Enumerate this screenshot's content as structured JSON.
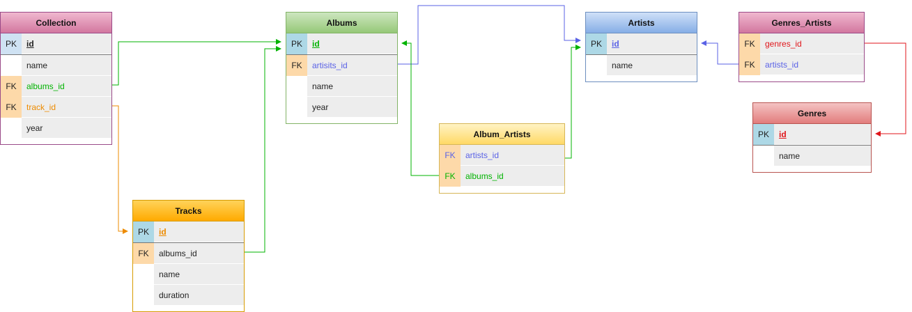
{
  "colors": {
    "collection": {
      "header_top": "#f0b8cf",
      "header_bottom": "#d2779f",
      "border": "#9a4a88"
    },
    "albums": {
      "header_top": "#cde6bf",
      "header_bottom": "#96c878",
      "border": "#7fae62"
    },
    "artists": {
      "header_top": "#cfe0f8",
      "header_bottom": "#86aee6",
      "border": "#6c8ebf"
    },
    "genres_artists": {
      "header_top": "#f0b8cf",
      "header_bottom": "#d2779f",
      "border": "#b85450"
    },
    "genres": {
      "header_top": "#f4c3c3",
      "header_bottom": "#e27d7d",
      "border": "#b85450"
    },
    "album_artists": {
      "header_top": "#fff3c4",
      "header_bottom": "#ffd966",
      "border": "#d6b656"
    },
    "tracks": {
      "header_top": "#ffd35a",
      "header_bottom": "#ffaa00",
      "border": "#d79b00"
    },
    "green": "#00b300",
    "orange": "#ed8b00",
    "blue": "#5a62e6",
    "red": "#e0161b",
    "pk_bg": "#add8e6",
    "fk_bg": "#fdd9a9"
  },
  "entities": {
    "collection": {
      "title": "Collection",
      "rows": [
        {
          "key": "PK",
          "name": "id"
        },
        {
          "key": "",
          "name": "name"
        },
        {
          "key": "FK",
          "name": "albums_id"
        },
        {
          "key": "FK",
          "name": "track_id"
        },
        {
          "key": "",
          "name": "year"
        }
      ]
    },
    "albums": {
      "title": "Albums",
      "rows": [
        {
          "key": "PK",
          "name": "id"
        },
        {
          "key": "FK",
          "name": "artisits_id"
        },
        {
          "key": "",
          "name": "name"
        },
        {
          "key": "",
          "name": "year"
        }
      ]
    },
    "artists": {
      "title": "Artists",
      "rows": [
        {
          "key": "PK",
          "name": "id"
        },
        {
          "key": "",
          "name": "name"
        }
      ]
    },
    "genres_artists": {
      "title": "Genres_Artists",
      "rows": [
        {
          "key": "FK",
          "name": "genres_id"
        },
        {
          "key": "FK",
          "name": "artists_id"
        }
      ]
    },
    "genres": {
      "title": "Genres",
      "rows": [
        {
          "key": "PK",
          "name": "id"
        },
        {
          "key": "",
          "name": "name"
        }
      ]
    },
    "album_artists": {
      "title": "Album_Artists",
      "rows": [
        {
          "key": "FK",
          "name": "artists_id"
        },
        {
          "key": "FK",
          "name": "albums_id"
        }
      ]
    },
    "tracks": {
      "title": "Tracks",
      "rows": [
        {
          "key": "PK",
          "name": "id"
        },
        {
          "key": "FK",
          "name": "albums_id"
        },
        {
          "key": "",
          "name": "name"
        },
        {
          "key": "",
          "name": "duration"
        }
      ]
    }
  }
}
